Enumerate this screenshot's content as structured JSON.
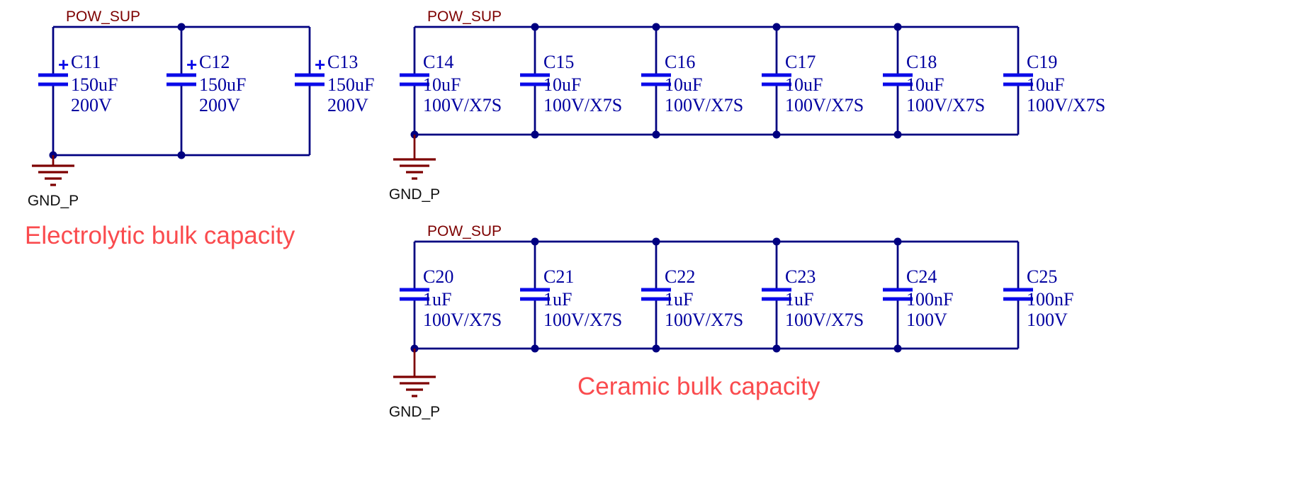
{
  "colors": {
    "wire": "#000080",
    "plate": "#0A0AE8",
    "component_text": "#0000A0",
    "power_net": "#7D0000",
    "gnd_symbol": "#7D0000",
    "gnd_text": "#111111",
    "title": "#FA4B4E",
    "junction": "#000080"
  },
  "symbols": {
    "polarity_plus": "+"
  },
  "groups": [
    {
      "id": "electrolytic",
      "title": "Electrolytic bulk capacity",
      "power_net": "POW_SUP",
      "gnd_net": "GND_P",
      "polarized": true,
      "capacitors": [
        {
          "ref": "C11",
          "value": "150uF",
          "rating": "200V"
        },
        {
          "ref": "C12",
          "value": "150uF",
          "rating": "200V"
        },
        {
          "ref": "C13",
          "value": "150uF",
          "rating": "200V"
        }
      ]
    },
    {
      "id": "ceramic-10uf",
      "power_net": "POW_SUP",
      "gnd_net": "GND_P",
      "polarized": false,
      "capacitors": [
        {
          "ref": "C14",
          "value": "10uF",
          "rating": "100V/X7S"
        },
        {
          "ref": "C15",
          "value": "10uF",
          "rating": "100V/X7S"
        },
        {
          "ref": "C16",
          "value": "10uF",
          "rating": "100V/X7S"
        },
        {
          "ref": "C17",
          "value": "10uF",
          "rating": "100V/X7S"
        },
        {
          "ref": "C18",
          "value": "10uF",
          "rating": "100V/X7S"
        },
        {
          "ref": "C19",
          "value": "10uF",
          "rating": "100V/X7S"
        }
      ]
    },
    {
      "id": "ceramic-bulk",
      "title": "Ceramic bulk capacity",
      "power_net": "POW_SUP",
      "gnd_net": "GND_P",
      "polarized": false,
      "capacitors": [
        {
          "ref": "C20",
          "value": "1uF",
          "rating": "100V/X7S"
        },
        {
          "ref": "C21",
          "value": "1uF",
          "rating": "100V/X7S"
        },
        {
          "ref": "C22",
          "value": "1uF",
          "rating": "100V/X7S"
        },
        {
          "ref": "C23",
          "value": "1uF",
          "rating": "100V/X7S"
        },
        {
          "ref": "C24",
          "value": "100nF",
          "rating": "100V"
        },
        {
          "ref": "C25",
          "value": "100nF",
          "rating": "100V"
        }
      ]
    }
  ]
}
